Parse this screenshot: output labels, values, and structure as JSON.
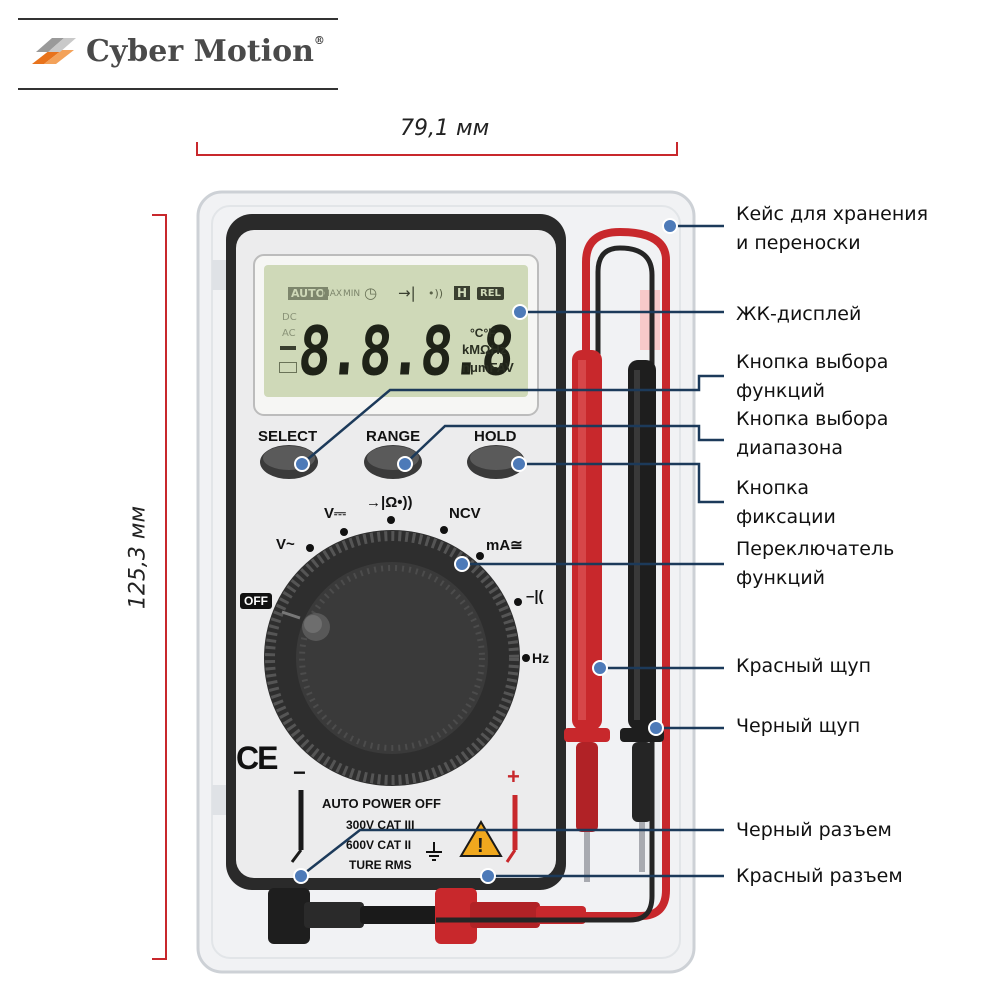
{
  "brand": {
    "name": "Cyber Motion",
    "reg": "®"
  },
  "dimensions": {
    "width": "79,1 мм",
    "height": "125,3 мм"
  },
  "lcd": {
    "auto": "AUTO",
    "max": "MAX",
    "min": "MIN",
    "hold": "H",
    "rel": "REL",
    "dc": "DC",
    "ac": "AC",
    "digits": "8.8.8.8",
    "temp": "°C°F",
    "units1": "kMΩHz",
    "units2": "nμmFAV"
  },
  "buttons": {
    "select": "SELECT",
    "range": "RANGE",
    "hold": "HOLD"
  },
  "dial": {
    "v_ac": "V~",
    "v_dc": "V⎓",
    "diode_ohm_buzz": "→|Ω•))",
    "ncv": "NCV",
    "ma": "mA≅",
    "cap": "–|(",
    "hz": "Hz",
    "off": "OFF"
  },
  "panel": {
    "ce": "CE",
    "minus": "−",
    "plus": "+",
    "lines": [
      "AUTO POWER OFF",
      "300V CAT III",
      "600V CAT II",
      "TURE RMS"
    ]
  },
  "callouts": {
    "case": [
      "Кейс для хранения",
      "и переноски"
    ],
    "lcd": [
      "ЖК-дисплей"
    ],
    "select": [
      "Кнопка выбора",
      "функций"
    ],
    "range": [
      "Кнопка выбора",
      "диапазона"
    ],
    "hold": [
      "Кнопка",
      "фиксации"
    ],
    "switch": [
      "Переключатель",
      "функций"
    ],
    "red_probe": [
      "Красный щуп"
    ],
    "black_probe": [
      "Черный щуп"
    ],
    "black_jack": [
      "Черный разъем"
    ],
    "red_jack": [
      "Красный разъем"
    ]
  },
  "colors": {
    "red": "#c8282c",
    "black": "#1a1a1a",
    "navy": "#1c3a5a",
    "lcd": "#cfd9b8",
    "orange": "#e8731c"
  }
}
